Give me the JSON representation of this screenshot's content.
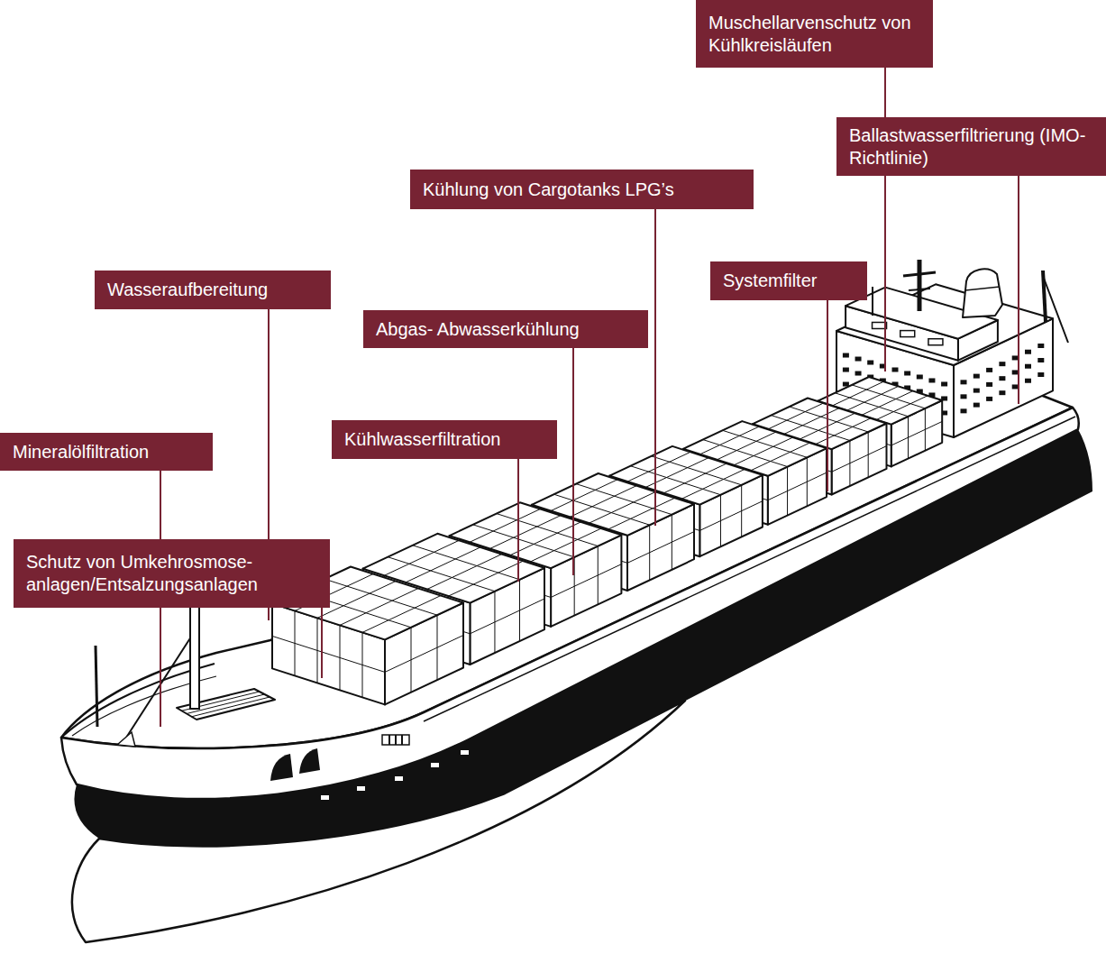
{
  "diagram": {
    "nodes": [
      {
        "text": [
          "Muschellarvenschutz von Kühlkreisläufen"
        ]
      },
      {
        "text": [
          "Ballastwasserfiltrierung (IMO-Richtlinie)"
        ]
      },
      {
        "text": [
          "Kühlung von Cargotanks LPG’s"
        ]
      },
      {
        "text": [
          "Wasseraufbereitung"
        ]
      },
      {
        "text": [
          "Systemfilter"
        ]
      },
      {
        "text": [
          "Abgas- Abwasserkühlung"
        ]
      },
      {
        "text": [
          "Kühlwasserfiltration"
        ]
      },
      {
        "text": [
          "Mineralölfiltration"
        ]
      },
      {
        "text": [
          "Schutz von Umkehrosmose- anlagen/Entsalzungsanlagen"
        ]
      }
    ]
  }
}
